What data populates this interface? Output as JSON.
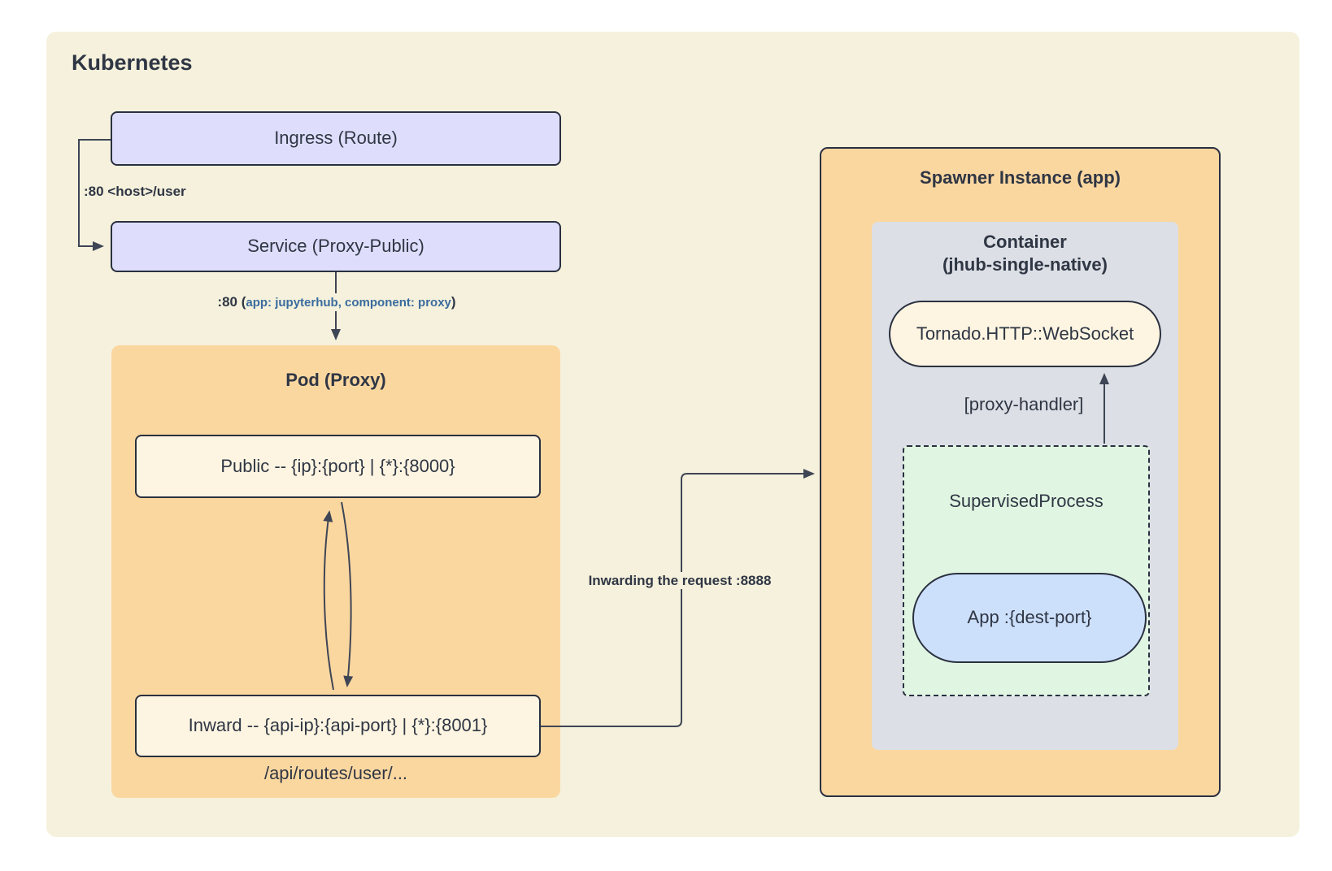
{
  "diagram": {
    "title": "Kubernetes",
    "nodes": {
      "ingress": {
        "label": "Ingress (Route)"
      },
      "service": {
        "label": "Service (Proxy-Public)"
      },
      "pod": {
        "title": "Pod (Proxy)",
        "public_label": "Public -- {ip}:{port} | {*}:{8000}",
        "inward_label": "Inward -- {api-ip}:{api-port} | {*}:{8001}",
        "routes_note": "/api/routes/user/..."
      },
      "spawner": {
        "title": "Spawner Instance (app)",
        "container_line1": "Container",
        "container_line2": "(jhub-single-native)",
        "tornado_label": "Tornado.HTTP::WebSocket",
        "proxy_handler_label": "[proxy-handler]",
        "supervised_label": "SupervisedProcess",
        "app_label": "App :{dest-port}"
      }
    },
    "edges": {
      "ingress_to_service": ":80 <host>/user",
      "service_to_pod_prefix": ":80 (",
      "service_to_pod_selector": "app: jupyterhub, component: proxy",
      "service_to_pod_suffix": ")",
      "inward_to_spawner": "Inwarding the request :8888"
    },
    "colors": {
      "page_background": "#ffffff",
      "kubernetes_fill": "#f5f1dc",
      "lavender_fill": "#dedefc",
      "orange_fill": "#fbd7a0",
      "cream_fill": "#fdf5e1",
      "container_gray_fill": "#dcdfe5",
      "supervised_green_fill": "#e1f6e2",
      "app_blue_fill": "#cde0fb",
      "border_dark": "#2a3040",
      "line_dark": "#3e4555",
      "text_dark": "#2f3644",
      "selector_blue": "#3a6b9e"
    }
  }
}
